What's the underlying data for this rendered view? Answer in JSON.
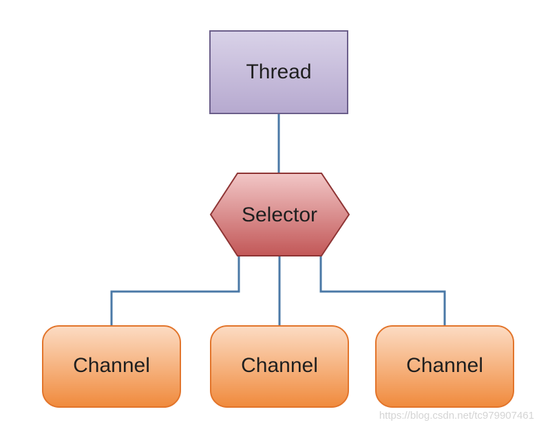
{
  "nodes": {
    "thread": {
      "label": "Thread"
    },
    "selector": {
      "label": "Selector"
    },
    "channels": [
      {
        "label": "Channel"
      },
      {
        "label": "Channel"
      },
      {
        "label": "Channel"
      }
    ]
  },
  "watermark": "https://blog.csdn.net/tc979907461",
  "colors": {
    "thread_fill_top": "#d9d2e8",
    "thread_fill_bottom": "#b6a9cf",
    "thread_stroke": "#6b5e8a",
    "selector_fill_top": "#f2c7c7",
    "selector_fill_bottom": "#c25757",
    "selector_stroke": "#8e3434",
    "channel_fill_top": "#fcdcc4",
    "channel_fill_bottom": "#f08a3c",
    "channel_stroke": "#e2742a",
    "connector": "#4a78a6"
  }
}
